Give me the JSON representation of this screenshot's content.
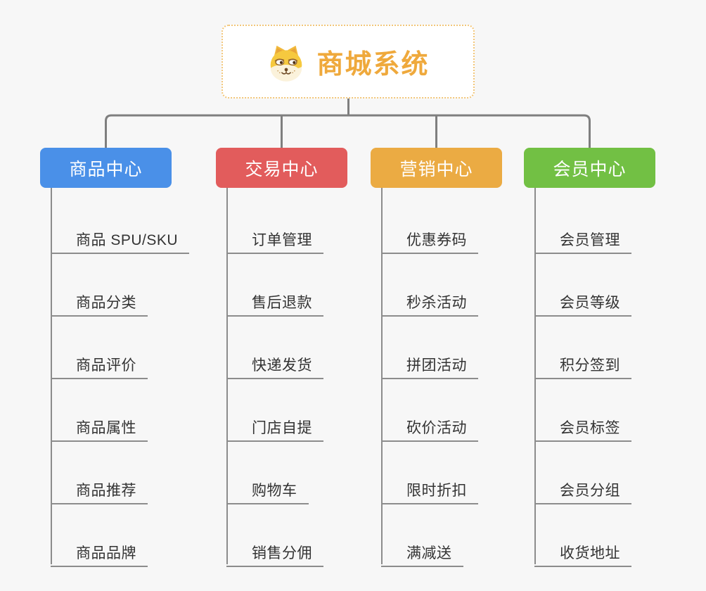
{
  "root": {
    "title": "商城系统",
    "icon": "dog-face-icon",
    "accent_color": "#EFA93C",
    "border_color": "#F2C679"
  },
  "connector_color": "#7F7F7F",
  "branches": [
    {
      "label": "商品中心",
      "color": "#4A90E8",
      "items": [
        "商品 SPU/SKU",
        "商品分类",
        "商品评价",
        "商品属性",
        "商品推荐",
        "商品品牌"
      ]
    },
    {
      "label": "交易中心",
      "color": "#E25C5C",
      "items": [
        "订单管理",
        "售后退款",
        "快递发货",
        "门店自提",
        "购物车",
        "销售分佣"
      ]
    },
    {
      "label": "营销中心",
      "color": "#EBAB43",
      "items": [
        "优惠券码",
        "秒杀活动",
        "拼团活动",
        "砍价活动",
        "限时折扣",
        "满减送"
      ]
    },
    {
      "label": "会员中心",
      "color": "#72C044",
      "items": [
        "会员管理",
        "会员等级",
        "积分签到",
        "会员标签",
        "会员分组",
        "收货地址"
      ]
    }
  ]
}
